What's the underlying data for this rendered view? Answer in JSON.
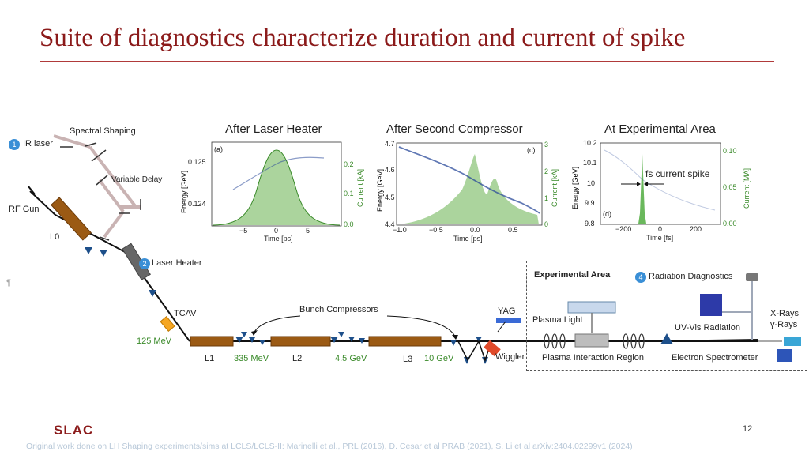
{
  "title": "Suite of diagnostics characterize duration and current of spike",
  "beamline": {
    "spectral_shaping": "Spectral Shaping",
    "ir_laser_num": "1",
    "ir_laser": "IR laser",
    "variable_delay": "Variable Delay",
    "rf_gun": "RF Gun",
    "l0": "L0",
    "laser_heater_num": "2",
    "laser_heater": "Laser Heater",
    "tcav": "TCAV",
    "energy_125": "125 MeV",
    "bunch_compressors": "Bunch Compressors",
    "l1": "L1",
    "energy_335": "335 MeV",
    "l2": "L2",
    "energy_45": "4.5 GeV",
    "l3": "L3",
    "energy_10": "10 GeV",
    "yag": "YAG",
    "wiggler": "Wiggler",
    "pilcrow": "¶"
  },
  "experimental": {
    "title": "Experimental Area",
    "radiation_num": "4",
    "radiation": "Radiation Diagnostics",
    "plasma_light": "Plasma Light",
    "uv_vis": "UV-Vis Radiation",
    "xrays": "X-Rays",
    "gamma_rays": "γ-Rays",
    "plasma_region": "Plasma Interaction Region",
    "spectrometer": "Electron Spectrometer"
  },
  "panels": {
    "a": {
      "heading": "After Laser Heater",
      "label": "(a)",
      "ylabel": "Energy [GeV]",
      "y2label": "Current [kA]",
      "xlabel": "Time [ps]",
      "yticks": [
        "0.125",
        "0.124"
      ],
      "y2ticks": [
        "0.2",
        "0.1",
        "0.0"
      ],
      "xticks": [
        "−5",
        "0",
        "5"
      ]
    },
    "c": {
      "heading": "After Second Compressor",
      "label": "(c)",
      "ylabel": "Energy [GeV]",
      "y2label": "Current [kA]",
      "xlabel": "Time [ps]",
      "yticks": [
        "4.7",
        "4.6",
        "4.5",
        "4.4"
      ],
      "y2ticks": [
        "3",
        "2",
        "1",
        "0"
      ],
      "xticks": [
        "−1.0",
        "−0.5",
        "0.0",
        "0.5"
      ]
    },
    "d": {
      "heading": "At Experimental Area",
      "label": "(d)",
      "ylabel": "Energy [GeV]",
      "y2label": "Current [MA]",
      "xlabel": "Time [fs]",
      "yticks": [
        "10.2",
        "10.1",
        "10",
        "9.9",
        "9.8"
      ],
      "y2ticks": [
        "0.10",
        "0.05",
        "0.00"
      ],
      "xticks": [
        "−200",
        "0",
        "200"
      ],
      "annotation": "fs current spike"
    }
  },
  "footer": {
    "slac": "SLAC",
    "page": "12",
    "citation": "Original work done on LH Shaping experiments/sims at LCLS/LCLS-II: Marinelli et al., PRL (2016), D. Cesar et al PRAB (2021), S. Li et al arXiv:2404.02299v1 (2024)"
  },
  "colors": {
    "title": "#8b1a1a",
    "current_fill": "#9ccc8c",
    "beam_blue": "#2b4b9b",
    "linac": "#9b5a14",
    "magnet": "#1d4f8a"
  }
}
